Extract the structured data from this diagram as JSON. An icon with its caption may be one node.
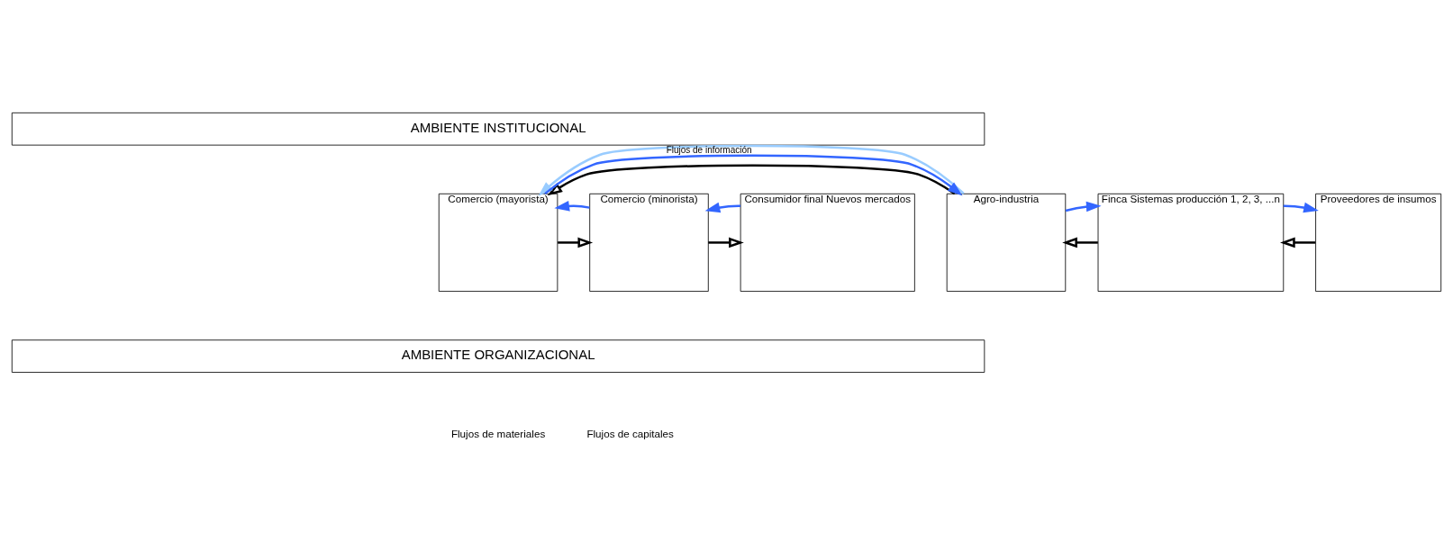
{
  "diagram": {
    "nodes": [
      {
        "text": [
          "AMBIENTE INSTITUCIONAL"
        ]
      },
      {
        "text": [
          "Proveedores de insumos"
        ]
      },
      {
        "text": [
          "Finca Sistemas producción 1, 2, 3, ...n"
        ]
      },
      {
        "text": [
          "Agro-industria"
        ]
      },
      {
        "text": [
          "Comercio (mayorista)"
        ]
      },
      {
        "text": [
          "Comercio (minorista)"
        ]
      },
      {
        "text": [
          "Consumidor final Nuevos mercados"
        ]
      },
      {
        "text": [
          "AMBIENTE ORGANIZACIONAL"
        ]
      }
    ],
    "edges": [
      {
        "from": 1,
        "to": 2,
        "arrow": "to"
      },
      {
        "from": 2,
        "to": 1,
        "arrow": "to",
        "color": "#3366ff"
      },
      {
        "from": 2,
        "to": 3,
        "arrow": "to"
      },
      {
        "from": 3,
        "to": 2,
        "arrow": "to",
        "color": "#3366ff"
      },
      {
        "from": 3,
        "to": 4,
        "arrow": "to"
      },
      {
        "from": 4,
        "to": 3,
        "arrow": "to",
        "color": "#3366ff"
      },
      {
        "from": 4,
        "to": 5,
        "arrow": "to"
      },
      {
        "from": 5,
        "to": 4,
        "arrow": "to",
        "color": "#3366ff"
      },
      {
        "from": 5,
        "to": 6,
        "arrow": "to"
      },
      {
        "from": 6,
        "to": 5,
        "arrow": "to",
        "color": "#3366ff"
      },
      {
        "from": 3,
        "to": 4,
        "arrow": "to",
        "label": "Flujos de información",
        "color": "#99ccff"
      }
    ],
    "legend": [
      {
        "text": "Flujos de materiales"
      },
      {
        "text": "Flujos de capitales"
      }
    ]
  }
}
